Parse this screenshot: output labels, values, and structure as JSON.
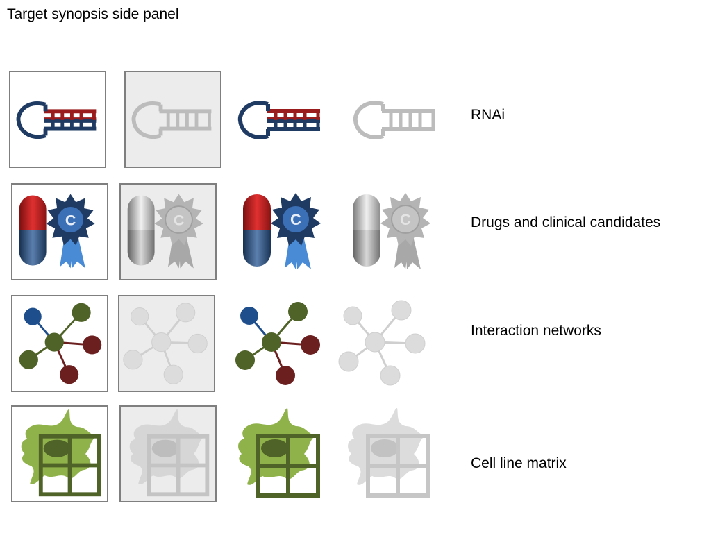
{
  "title": "Target synopsis side panel",
  "rows": [
    {
      "label": "RNAi",
      "icon": "rnai-hairpin-icon"
    },
    {
      "label": "Drugs and clinical candidates",
      "icon": "pill-award-icon"
    },
    {
      "label": "Interaction networks",
      "icon": "network-nodes-icon"
    },
    {
      "label": "Cell line matrix",
      "icon": "cell-grid-icon"
    }
  ],
  "variants": [
    "framed-active",
    "framed-disabled",
    "plain-active",
    "plain-disabled"
  ],
  "colors": {
    "navy": "#1f3b63",
    "dark_red": "#9b1c1c",
    "award_blue": "#3b6fb6",
    "ribbon_blue": "#4a8bd6",
    "node_blue": "#1f4e8c",
    "node_green": "#4f6228",
    "node_maroon": "#6b1f1f",
    "cell_green": "#8fb24a",
    "grid_green": "#4f6228",
    "disabled_gray": "#c8c8c8",
    "frame_gray": "#7f7f7f",
    "disabled_fill": "#ececec"
  }
}
